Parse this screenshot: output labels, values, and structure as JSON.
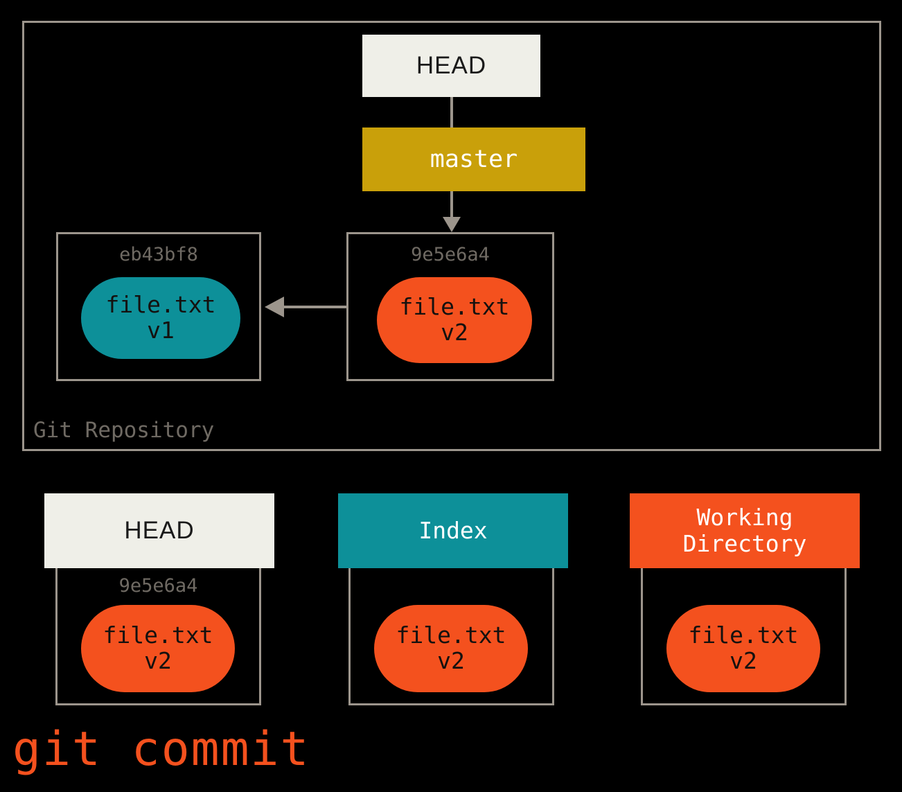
{
  "diagram": {
    "caption": "git commit",
    "caption_color": "#f4511e",
    "repository": {
      "label": "Git Repository",
      "frame_color": "#9c958c",
      "head_pointer": {
        "label": "HEAD",
        "bg": "#efefe8"
      },
      "branch": {
        "label": "master",
        "bg": "#c9a00a"
      },
      "commits": [
        {
          "hash": "eb43bf8",
          "file_name": "file.txt",
          "file_version": "v1",
          "blob_color": "#0d9099"
        },
        {
          "hash": "9e5e6a4",
          "file_name": "file.txt",
          "file_version": "v2",
          "blob_color": "#f4511e"
        }
      ]
    },
    "areas": [
      {
        "title": "HEAD",
        "title_line2": "",
        "header_bg": "#efefe8",
        "hash": "9e5e6a4",
        "file_name": "file.txt",
        "file_version": "v2",
        "blob_color": "#f4511e"
      },
      {
        "title": "Index",
        "title_line2": "",
        "header_bg": "#0d9099",
        "hash": "",
        "file_name": "file.txt",
        "file_version": "v2",
        "blob_color": "#f4511e"
      },
      {
        "title": "Working",
        "title_line2": "Directory",
        "header_bg": "#f4511e",
        "hash": "",
        "file_name": "file.txt",
        "file_version": "v2",
        "blob_color": "#f4511e"
      }
    ]
  }
}
